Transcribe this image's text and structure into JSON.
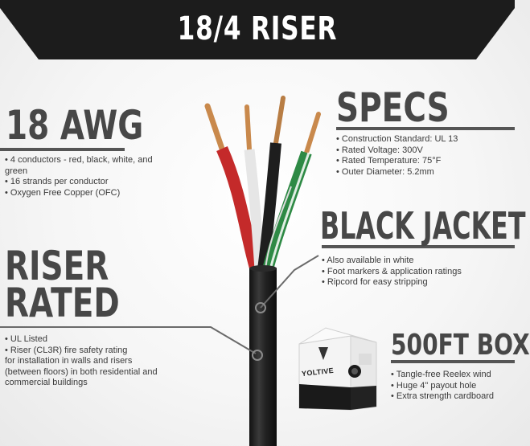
{
  "title": "18/4 RISER",
  "awg": {
    "heading": "18 AWG",
    "items": [
      "• 4 conductors - red, black, white, and",
      "green",
      "• 16 strands per conductor",
      "• Oxygen Free Copper (OFC)"
    ]
  },
  "specs": {
    "heading": "SPECS",
    "items": [
      "• Construction Standard: UL 13",
      "• Rated Voltage: 300V",
      "• Rated Temperature: 75°F",
      "• Outer Diameter: 5.2mm"
    ]
  },
  "jacket": {
    "heading": "BLACK JACKET",
    "items": [
      "• Also available in white",
      "• Foot markers & application ratings",
      "• Ripcord for easy stripping"
    ]
  },
  "riser": {
    "heading_line1": "RISER",
    "heading_line2": "RATED",
    "items": [
      "• UL Listed",
      "• Riser (CL3R) fire safety rating",
      "for installation in walls and risers",
      "(between floors) in both residential and",
      "commercial buildings"
    ]
  },
  "box": {
    "heading": "500FT BOX",
    "brand": "YOLTIVE",
    "items": [
      "• Tangle-free Reelex wind",
      "• Huge 4\" payout hole",
      "• Extra strength cardboard"
    ]
  },
  "colors": {
    "banner": "#1c1c1c",
    "red": "#c42a2a",
    "black": "#1e1e1e",
    "white": "#e9e9e9",
    "green": "#2e8a45",
    "copper": "#c9894c"
  }
}
